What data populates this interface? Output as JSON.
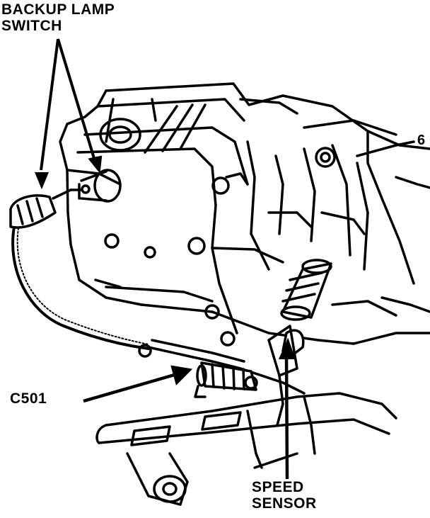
{
  "labels": {
    "backup_lamp_line1": "BACKUP LAMP",
    "backup_lamp_line2": "SWITCH",
    "c501": "C501",
    "speed_line1": "SPEED",
    "speed_line2": "SENSOR",
    "cut_off": "6"
  },
  "colors": {
    "ink": "#000000",
    "paper": "#ffffff"
  }
}
